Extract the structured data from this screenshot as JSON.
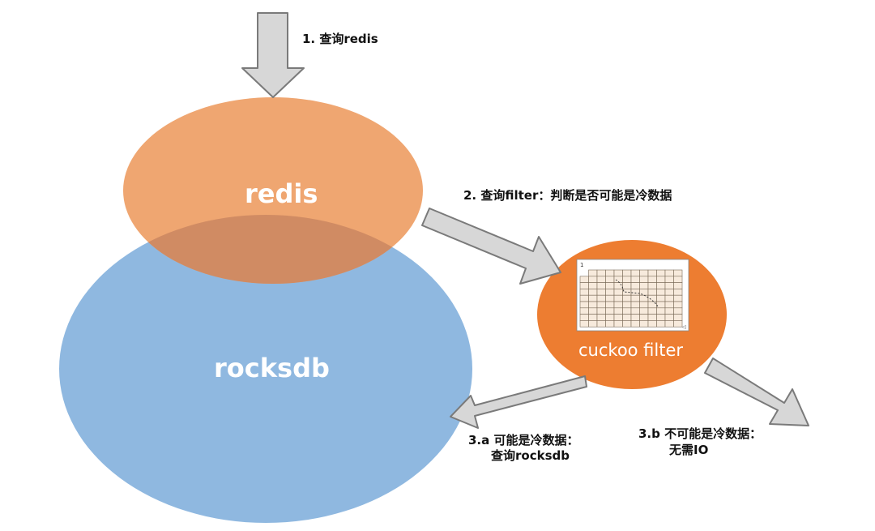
{
  "steps": {
    "step1": "1. 查询redis",
    "step2": "2. 查询filter：判断是否可能是冷数据",
    "step3a_line1": "3.a 可能是冷数据：",
    "step3a_line2": "查询rocksdb",
    "step3b_line1": "3.b 不可能是冷数据：",
    "step3b_line2": "无需IO"
  },
  "nodes": {
    "redis": "redis",
    "rocksdb": "rocksdb",
    "filter": "cuckoo filter"
  },
  "colors": {
    "redis": "#efa671",
    "rocksdb": "#8fb8e0",
    "overlap": "#d08b63",
    "filter": "#ed7d31",
    "arrow_fill": "#d7d7d7",
    "arrow_stroke": "#7a7a7a"
  },
  "icons": {
    "filter_table": "cuckoo-hash-table-icon"
  }
}
